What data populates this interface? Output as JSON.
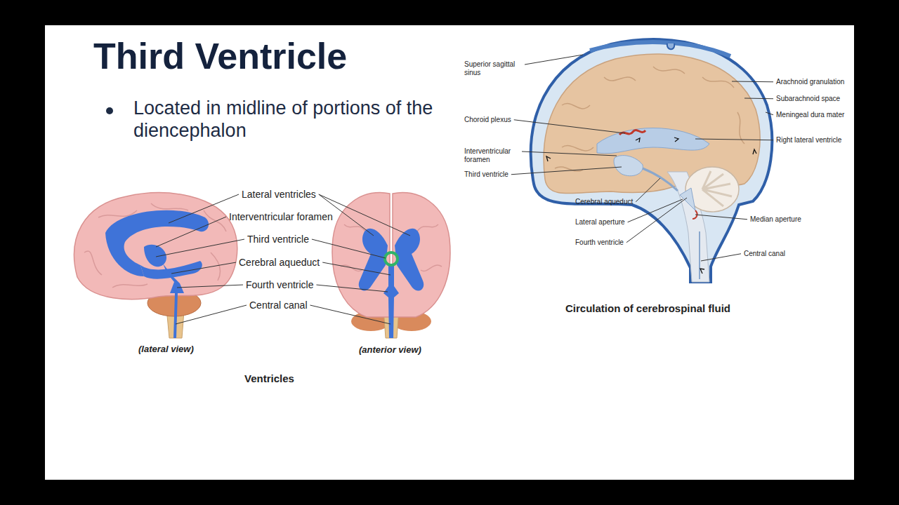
{
  "diagram": {
    "title": "Third Ventricle",
    "labels": [
      "Located in midline of portions of the diencephalon",
      "Lateral ventricles",
      "Interventricular foramen",
      "Third ventricle",
      "Cerebral aqueduct",
      "Fourth ventricle",
      "Central canal",
      "(lateral view)",
      "(anterior view)",
      "Ventricles",
      "Superior sagittal sinus",
      "Choroid plexus",
      "Interventricular foramen",
      "Third ventricle",
      "Cerebral aqueduct",
      "Lateral aperture",
      "Fourth ventricle",
      "Arachnoid granulation",
      "Subarachnoid space",
      "Meningeal dura mater",
      "Right lateral ventricle",
      "Median aperture",
      "Central canal",
      "Circulation of cerebrospinal fluid"
    ]
  }
}
